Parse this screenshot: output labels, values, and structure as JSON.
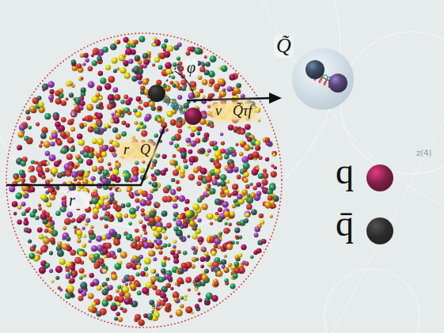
{
  "diagram": {
    "labels": [
      "Q̃",
      "φ",
      "v⃗Q̃τf",
      "r⃗Q",
      "r⃗",
      "z(4)"
    ],
    "legend": [
      {
        "text": "q",
        "color": "#7a1f45"
      },
      {
        "text": "q̄",
        "color": "#2b2b2b"
      }
    ]
  }
}
